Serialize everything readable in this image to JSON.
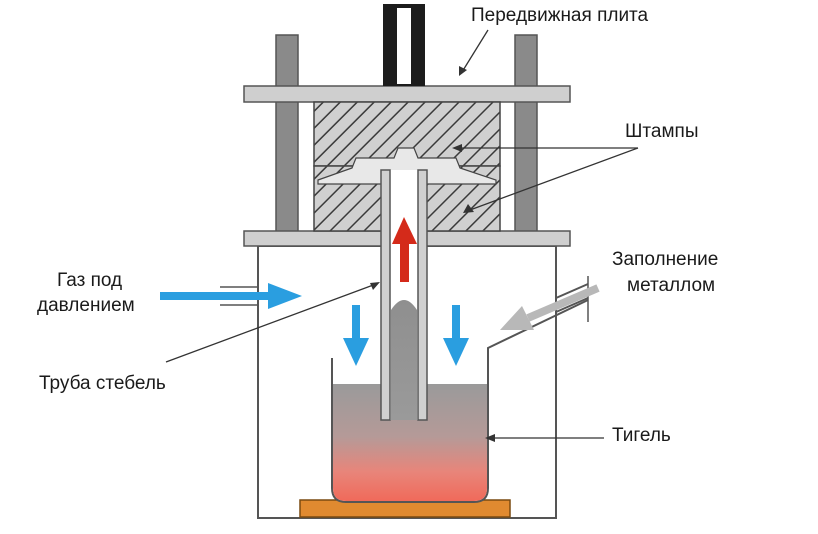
{
  "labels": {
    "moving_plate": "Передвижная плита",
    "dies": "Штампы",
    "gas_line1": "Газ под",
    "gas_line2": "давлением",
    "fill_line1": "Заполнение",
    "fill_line2": "металлом",
    "stem_tube": "Труба стебель",
    "crucible": "Тигель"
  },
  "colors": {
    "outline": "#555555",
    "plate": "#cfcfcf",
    "column": "#8a8a8a",
    "rod": "#1c1c1c",
    "die_hatch": "#3a3a3a",
    "molten_metal": "#9a9a9a",
    "heat_glow": "#f06a5a",
    "base": "#e08a30",
    "gas_arrow": "#2a9ee0",
    "rise_arrow": "#d42a1a",
    "fill_arrow": "#b8b8b8"
  }
}
